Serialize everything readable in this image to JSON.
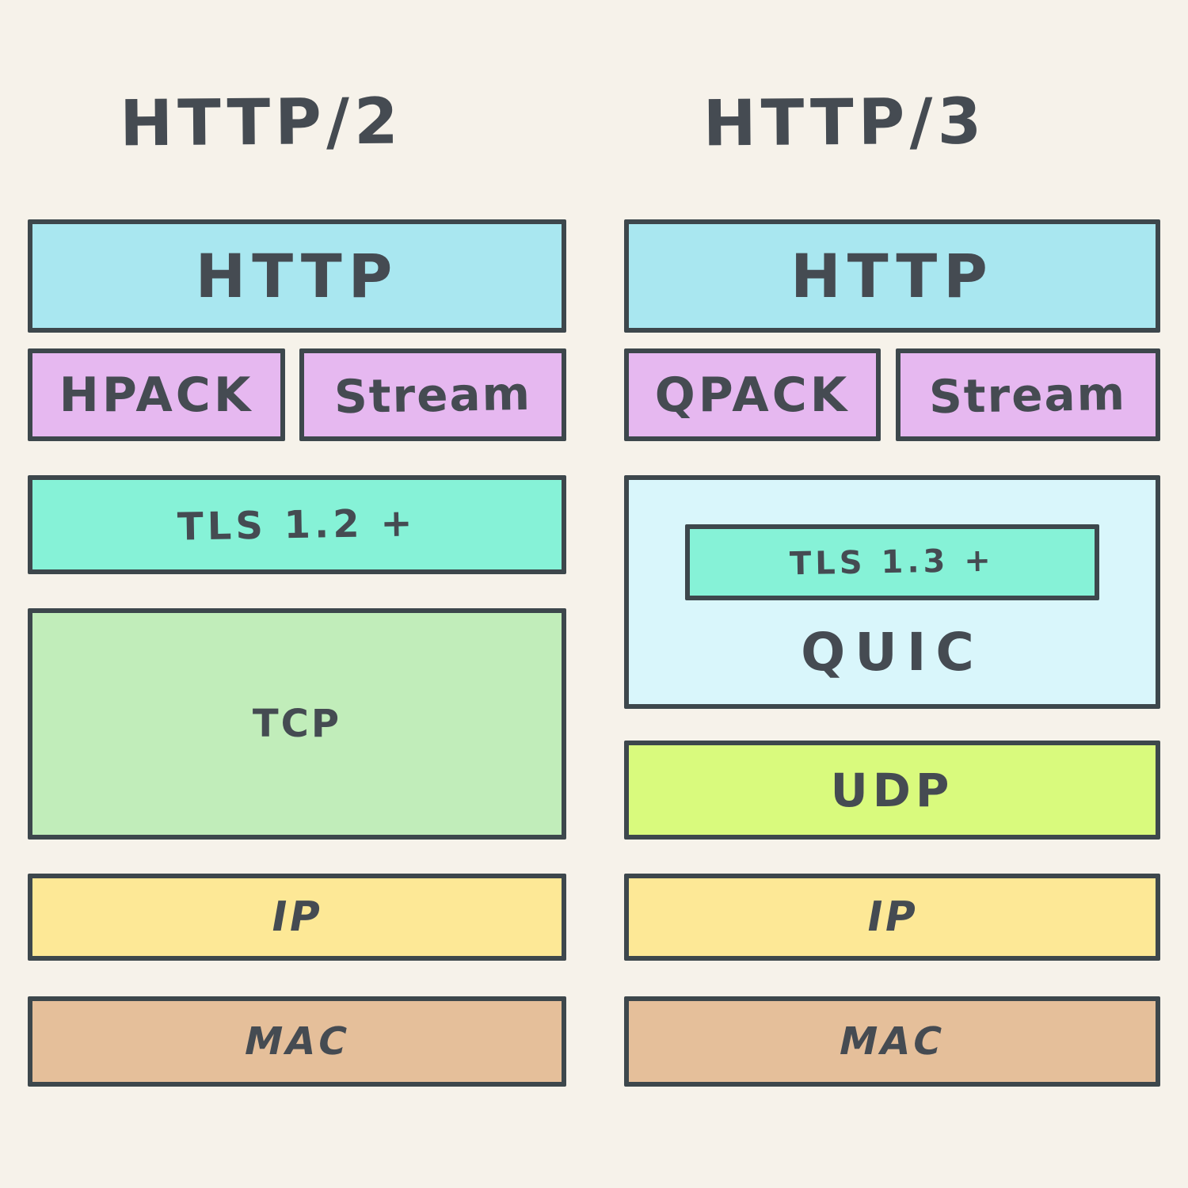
{
  "diagram": {
    "left": {
      "title": "HTTP/2",
      "http": "HTTP",
      "hpack": "HPACK",
      "stream": "Stream",
      "tls": "TLS 1.2 +",
      "tcp": "TCP",
      "ip": "IP",
      "mac": "MAC"
    },
    "right": {
      "title": "HTTP/3",
      "http": "HTTP",
      "qpack": "QPACK",
      "stream": "Stream",
      "tls": "TLS 1.3 +",
      "quic": "QUIC",
      "udp": "UDP",
      "ip": "IP",
      "mac": "MAC"
    },
    "colors": {
      "background": "#f6f2ea",
      "border": "#3d474c",
      "text": "#454b52",
      "http_fill": "#a9e7f0",
      "pack_fill": "#e6b8f0",
      "tls_fill": "#86f2d7",
      "tcp_fill": "#c1edba",
      "quic_fill": "#d9f6fb",
      "udp_fill": "#d9fa7d",
      "ip_fill": "#fde896",
      "mac_fill": "#e5bf9a"
    }
  }
}
